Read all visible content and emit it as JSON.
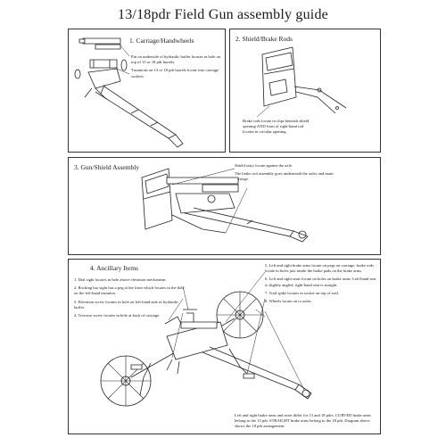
{
  "document": {
    "title": "13/18pdr Field Gun assembly guide"
  },
  "panels": {
    "carriage": {
      "heading": "1. Carriage/Handwheels",
      "notes": [
        "Pin on underside of hydraulic buffer locates in hole on top of 13 or 18 pdr barrels.",
        "Trunnions on 13 or 18 pdr barrels locate into carriage sockets."
      ]
    },
    "shield": {
      "heading": "2. Shield/Brake Rods",
      "notes": [
        "Brake rods locate in clips beneath shield opening AND front of right-hand rod locates in circular opening."
      ]
    },
    "gun_shield": {
      "heading": "3. Gun/Shield Assembly",
      "notes": [
        "Shield stays locate against the axle.",
        "The brake rod assembly goes underneath the axles and main carriage."
      ]
    },
    "ancillary": {
      "heading": "4. Ancillary Items",
      "left_notes": [
        "1. Dial sight locates in hole above elevation mechanism.",
        "2. Rocking bar sight has a peg at the front which locates in the hole on the left-hand trunnion.",
        "3. Elevation screw locates in hole on left-hand side of hydraulic buffer.",
        "4. Traverse screw locates in hole at back of carriage."
      ],
      "right_notes": [
        "5. Left and right brake arms locate on pegs on carriage, brake rods locate in holes just inside the brake pads on the brake arms.",
        "6. Left and right seats locate on holes on brake arms. Left-hand seat is slightly angled, right-hand seat is straight.",
        "7. Trail spike locates in socket on top of trail.",
        "8. Wheels locate on to axles."
      ],
      "bottom_note": "Left and right brake arms and seats differ for 13 and 18 pdrs. CURVED brake arms belong to the 13 pdr. STRAIGHT brake arms belong to the 18 pdr. Diagram above shows the 18 pdr arrangement."
    }
  }
}
